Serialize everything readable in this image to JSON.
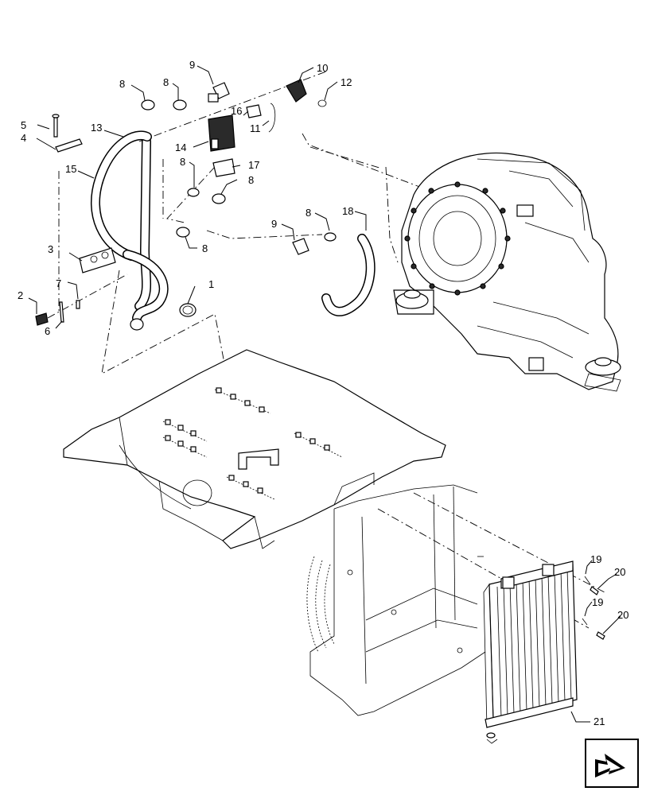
{
  "diagram": {
    "callouts": [
      {
        "id": "c1",
        "label": "1"
      },
      {
        "id": "c2",
        "label": "2"
      },
      {
        "id": "c3",
        "label": "3"
      },
      {
        "id": "c4",
        "label": "4"
      },
      {
        "id": "c5",
        "label": "5"
      },
      {
        "id": "c6",
        "label": "6"
      },
      {
        "id": "c7",
        "label": "7"
      },
      {
        "id": "c8a",
        "label": "8"
      },
      {
        "id": "c8b",
        "label": "8"
      },
      {
        "id": "c8c",
        "label": "8"
      },
      {
        "id": "c8d",
        "label": "8"
      },
      {
        "id": "c8e",
        "label": "8"
      },
      {
        "id": "c8f",
        "label": "8"
      },
      {
        "id": "c9a",
        "label": "9"
      },
      {
        "id": "c9b",
        "label": "9"
      },
      {
        "id": "c10",
        "label": "10"
      },
      {
        "id": "c11",
        "label": "11"
      },
      {
        "id": "c12",
        "label": "12"
      },
      {
        "id": "c13",
        "label": "13"
      },
      {
        "id": "c14",
        "label": "14"
      },
      {
        "id": "c15",
        "label": "15"
      },
      {
        "id": "c16",
        "label": "16"
      },
      {
        "id": "c17",
        "label": "17"
      },
      {
        "id": "c18",
        "label": "18"
      },
      {
        "id": "c19a",
        "label": "19"
      },
      {
        "id": "c19b",
        "label": "19"
      },
      {
        "id": "c20a",
        "label": "20"
      },
      {
        "id": "c20b",
        "label": "20"
      },
      {
        "id": "c21",
        "label": "21"
      }
    ],
    "nav_icon": "next-page-arrow-icon"
  }
}
